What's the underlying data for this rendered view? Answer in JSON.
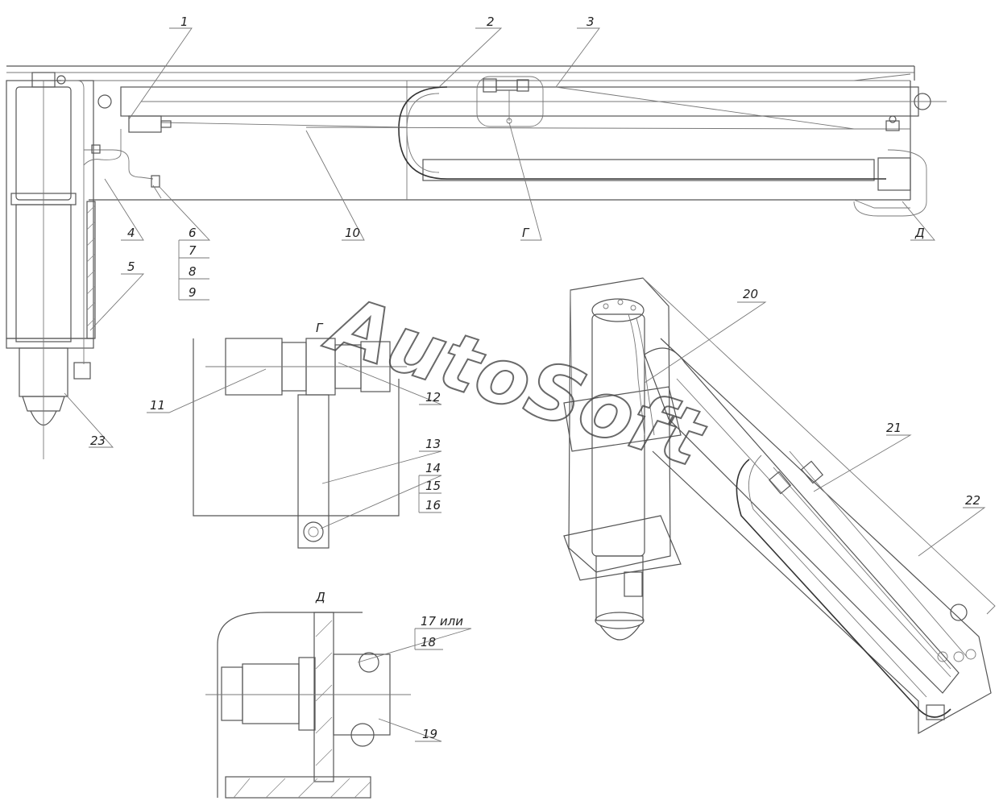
{
  "watermark": "AutoSoft",
  "labels": {
    "l1": "1",
    "l2": "2",
    "l3": "3",
    "l4": "4",
    "l5": "5",
    "l6": "6",
    "l7": "7",
    "l8": "8",
    "l9": "9",
    "l10": "10",
    "l11": "11",
    "l12": "12",
    "l13": "13",
    "l14": "14",
    "l15": "15",
    "l16": "16",
    "l17": "17 или",
    "l18": "18",
    "l19": "19",
    "l20": "20",
    "l21": "21",
    "l22": "22",
    "l23": "23"
  },
  "views": {
    "g_callout": "Г",
    "d_callout": "Д",
    "g_title": "Г",
    "d_title": "Д"
  }
}
